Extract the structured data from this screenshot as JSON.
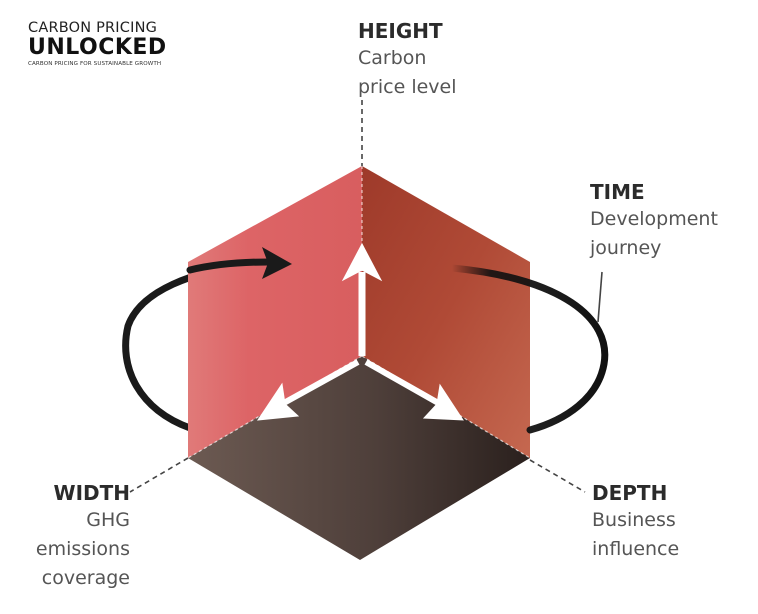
{
  "logo": {
    "line1": "CARBON PRICING",
    "line2": "UNLOCKED",
    "tagline": "CARBON PRICING FOR SUSTAINABLE GROWTH"
  },
  "dimensions": {
    "height": {
      "heading": "HEIGHT",
      "line1": "Carbon",
      "line2": "price level"
    },
    "time": {
      "heading": "TIME",
      "line1": "Development",
      "line2": "journey"
    },
    "width": {
      "heading": "WIDTH",
      "line1": "GHG",
      "line2": "emissions",
      "line3": "coverage"
    },
    "depth": {
      "heading": "DEPTH",
      "line1": "Business",
      "line2": "influence"
    }
  },
  "colors": {
    "left_face": "#dd6466",
    "right_face": "#b6523f",
    "bottom_face": "#4e3f3a",
    "ring": "#1a1a1a",
    "arrows": "#ffffff"
  }
}
